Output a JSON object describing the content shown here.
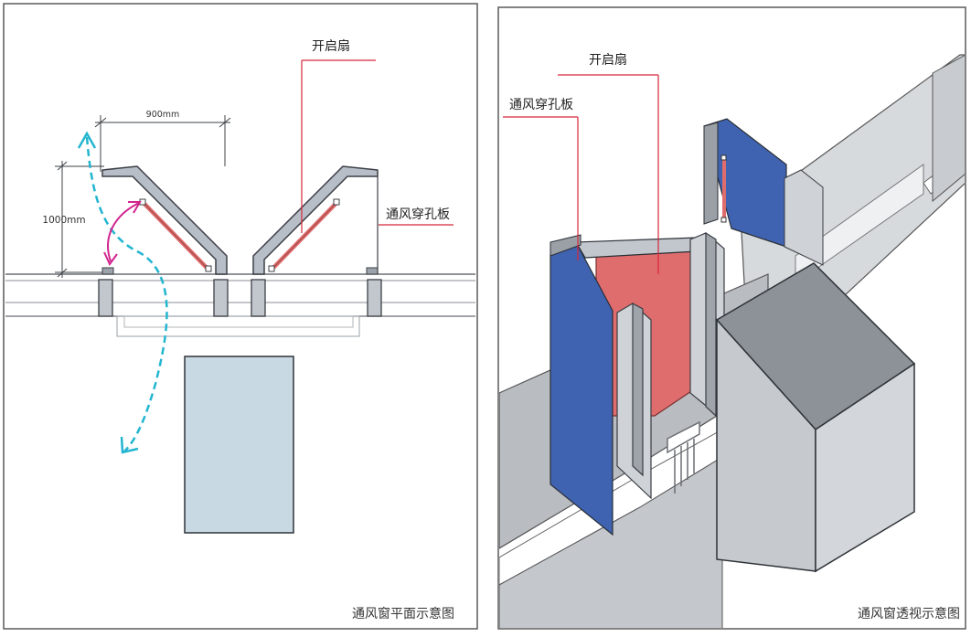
{
  "left_panel": {
    "caption": "通风窗平面示意图",
    "label_sash": "开启扇",
    "label_perforated": "通风穿孔板",
    "dim_width": "900mm",
    "dim_height": "1000mm"
  },
  "right_panel": {
    "caption": "通风窗透视示意图",
    "label_sash": "开启扇",
    "label_perforated": "通风穿孔板"
  },
  "colors": {
    "frame_fill": "#b8bec7",
    "frame_stroke": "#3c4046",
    "sash_red": "#e06d6d",
    "panel_blue": "#3f63b0",
    "leader_red": "#d6273a",
    "airflow_cyan": "#23b5d0",
    "swing_magenta": "#d2248e",
    "column_fill": "#c9d9e4"
  }
}
